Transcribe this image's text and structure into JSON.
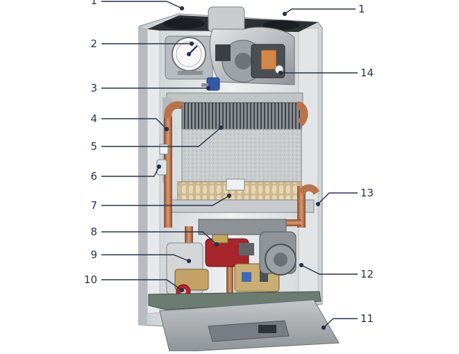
{
  "callouts": [
    {
      "label": "1"
    },
    {
      "label": "1"
    },
    {
      "label": "2"
    },
    {
      "label": "3"
    },
    {
      "label": "4"
    },
    {
      "label": "5"
    },
    {
      "label": "6"
    },
    {
      "label": "7"
    },
    {
      "label": "8"
    },
    {
      "label": "9"
    },
    {
      "label": "10"
    },
    {
      "label": "11"
    },
    {
      "label": "12"
    },
    {
      "label": "13"
    },
    {
      "label": "14"
    }
  ],
  "colors": {
    "leader": "#26324a",
    "casing": "#d7dcdf",
    "copper": "#b8734a",
    "red_part": "#a8252b",
    "panel": "#9da2a6"
  }
}
